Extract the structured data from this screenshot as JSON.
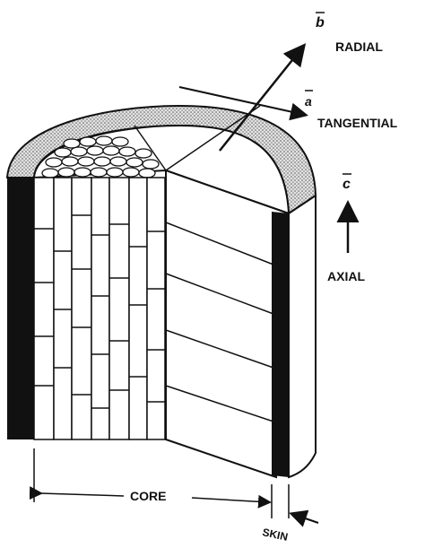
{
  "figure": {
    "vectors": {
      "b": {
        "symbol": "b",
        "label": "RADIAL"
      },
      "a": {
        "symbol": "a",
        "label": "TANGENTIAL"
      },
      "c": {
        "symbol": "c",
        "label": "AXIAL"
      }
    },
    "dimensions": {
      "core": "CORE",
      "skin": "SKIN"
    },
    "colors": {
      "ink": "#111111",
      "skin_fill": "#cfcfcf",
      "paper": "#ffffff"
    }
  }
}
